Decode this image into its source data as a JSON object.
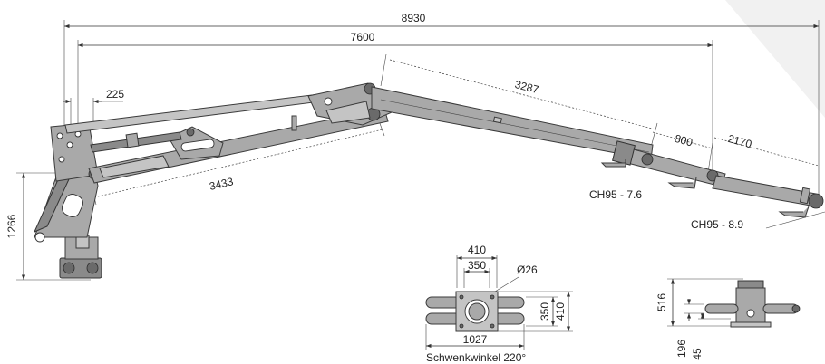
{
  "dimensions": {
    "overall_reach_ch95_89": "8930",
    "overall_reach_ch95_76": "7600",
    "main_boom_length": "3433",
    "outer_boom_length": "3287",
    "extension_ch95_76": "800",
    "extension_ch95_89": "2170",
    "top_offset": "225",
    "column_height": "1266"
  },
  "labels": {
    "rotator_ch95_76": "CH95 - 7.6",
    "rotator_ch95_89": "CH95 - 8.9"
  },
  "base_top_view": {
    "width_outer": "410",
    "width_inner": "350",
    "bolt_diameter": "Ø26",
    "height_inner": "350",
    "height_outer": "410",
    "total_width": "1027",
    "slew_angle": "Schwenkwinkel 220°"
  },
  "base_side_view": {
    "height": "516",
    "dim_a": "196",
    "dim_b": "45"
  },
  "colors": {
    "metal": "#a9a9a9",
    "line": "#333333"
  }
}
